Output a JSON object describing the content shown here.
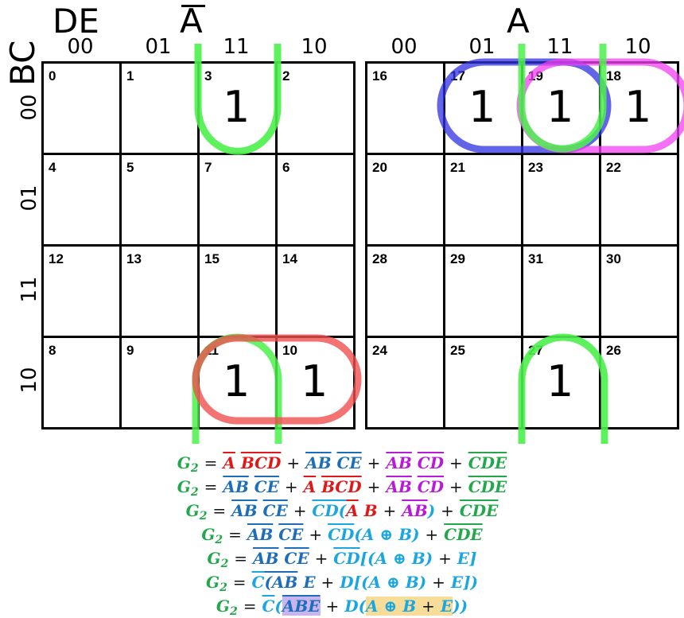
{
  "headers": {
    "de": "DE",
    "a_bar": "A",
    "a": "A",
    "bc": "BC"
  },
  "columns": [
    "00",
    "01",
    "11",
    "10"
  ],
  "rows": [
    "00",
    "01",
    "11",
    "10"
  ],
  "left_map": {
    "indices": [
      [
        "0",
        "1",
        "3",
        "2"
      ],
      [
        "4",
        "5",
        "7",
        "6"
      ],
      [
        "12",
        "13",
        "15",
        "14"
      ],
      [
        "8",
        "9",
        "11",
        "10"
      ]
    ],
    "ones": [
      [
        "",
        "",
        "1",
        ""
      ],
      [
        "",
        "",
        "",
        ""
      ],
      [
        "",
        "",
        "",
        ""
      ],
      [
        "",
        "",
        "1",
        "1"
      ]
    ]
  },
  "right_map": {
    "indices": [
      [
        "16",
        "17",
        "19",
        "18"
      ],
      [
        "20",
        "21",
        "23",
        "22"
      ],
      [
        "28",
        "29",
        "31",
        "30"
      ],
      [
        "24",
        "25",
        "27",
        "26"
      ]
    ],
    "ones": [
      [
        "",
        "1",
        "1",
        "1"
      ],
      [
        "",
        "",
        "",
        ""
      ],
      [
        "",
        "",
        "",
        ""
      ],
      [
        "",
        "",
        "1",
        ""
      ]
    ]
  },
  "loop_colors": {
    "green": "#4cf04c",
    "red": "#f05050",
    "blue": "#3030e0",
    "magenta": "#f040f0"
  },
  "equations": {
    "g": "G",
    "sub": "2",
    "eq": "=",
    "plus": "+",
    "xor": "⊕",
    "l1": [
      "A",
      "BCD",
      "AB",
      "CE",
      "AB",
      "CD",
      "CDE"
    ],
    "l2": [
      "AB",
      "CE",
      "A",
      "BCD",
      "AB",
      "CD",
      "CDE"
    ],
    "l3": [
      "AB",
      "CE",
      "CD(",
      "A",
      "B",
      "AB",
      ")",
      "CDE"
    ],
    "l4": [
      "AB",
      "CE",
      "CD",
      "(A",
      "B)",
      "CDE"
    ],
    "l5": [
      "AB",
      "CE",
      "CD",
      "[(A",
      "B)",
      "E]"
    ],
    "l6": [
      "C",
      "(AB",
      "E",
      "D",
      "[(A",
      "B)",
      "E])"
    ],
    "l7": [
      "C",
      "(",
      "ABE",
      "D",
      "(",
      "A",
      "B",
      "E",
      "))"
    ]
  }
}
